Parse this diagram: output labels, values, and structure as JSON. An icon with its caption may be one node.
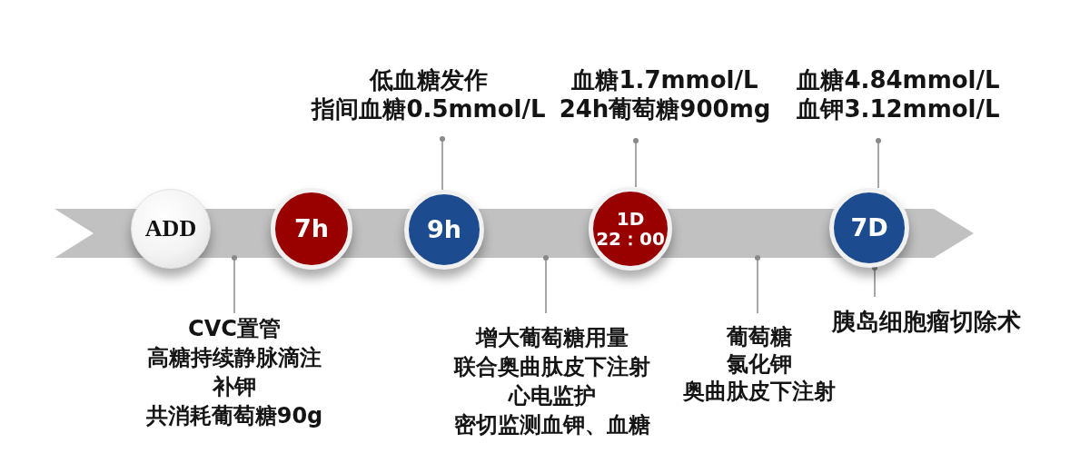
{
  "diagram": {
    "nodes": [
      {
        "text": [
          "低血糖发作",
          "指间血糖0.5mmol/L"
        ]
      },
      {
        "text": [
          "血糖1.7mmol/L",
          "24h葡萄糖900mg"
        ]
      },
      {
        "text": [
          "血糖4.84mmol/L",
          "血钾3.12mmol/L"
        ]
      },
      {
        "text": [],
        "shape": "arrow"
      },
      {
        "text": [
          "ADD"
        ]
      },
      {
        "text": [
          "7h"
        ]
      },
      {
        "text": [
          "9h"
        ]
      },
      {
        "text": [
          "1D 22：00"
        ]
      },
      {
        "text": [
          "7D"
        ]
      },
      {
        "text": [
          "CVC置管",
          "高糖持续静脉滴注",
          "补钾",
          "共消耗葡萄糖90g"
        ]
      },
      {
        "text": [
          "增大葡萄糖用量",
          "联合奥曲肽皮下注射",
          "心电监护",
          "密切监测血钾、血糖"
        ]
      },
      {
        "text": [
          "葡萄糖",
          "氯化钾",
          "奥曲肽皮下注射"
        ]
      },
      {
        "text": [
          "胰岛细胞瘤切除术"
        ]
      }
    ],
    "edges": [
      {
        "from": 6,
        "to": 0,
        "arrow": "other"
      },
      {
        "from": 7,
        "to": 1,
        "arrow": "other"
      },
      {
        "from": 8,
        "to": 2,
        "arrow": "other"
      },
      {
        "from": 9,
        "to": 3,
        "arrow": "other"
      },
      {
        "from": 10,
        "to": 3,
        "arrow": "other"
      },
      {
        "from": 11,
        "to": 3,
        "arrow": "other"
      },
      {
        "from": 12,
        "to": 8,
        "arrow": "other"
      }
    ]
  }
}
